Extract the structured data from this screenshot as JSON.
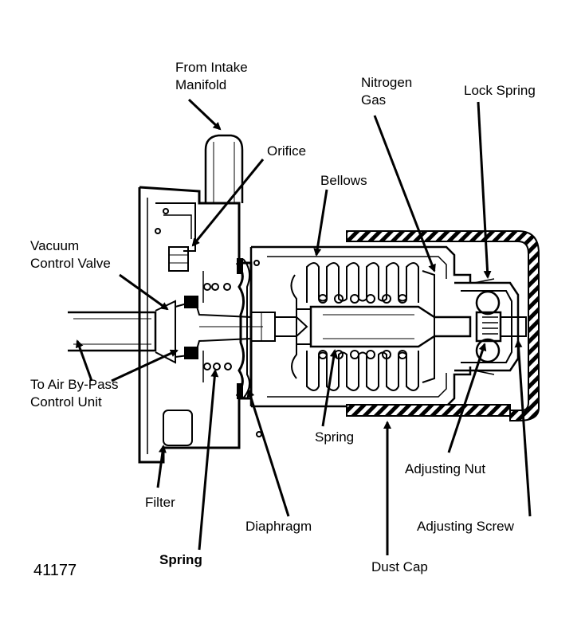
{
  "labels": {
    "from_intake_1": "From Intake",
    "from_intake_2": "Manifold",
    "orifice": "Orifice",
    "nitrogen_1": "Nitrogen",
    "nitrogen_2": "Gas",
    "lock_spring": "Lock Spring",
    "bellows": "Bellows",
    "vacuum_1": "Vacuum",
    "vacuum_2": "Control Valve",
    "to_air_1": "To Air By-Pass",
    "to_air_2": "Control Unit",
    "spring_center": "Spring",
    "adjusting_nut": "Adjusting Nut",
    "filter": "Filter",
    "diaphragm": "Diaphragm",
    "adjusting_screw": "Adjusting Screw",
    "spring_bottom": "Spring",
    "dust_cap": "Dust Cap"
  },
  "figure_number": "41177"
}
